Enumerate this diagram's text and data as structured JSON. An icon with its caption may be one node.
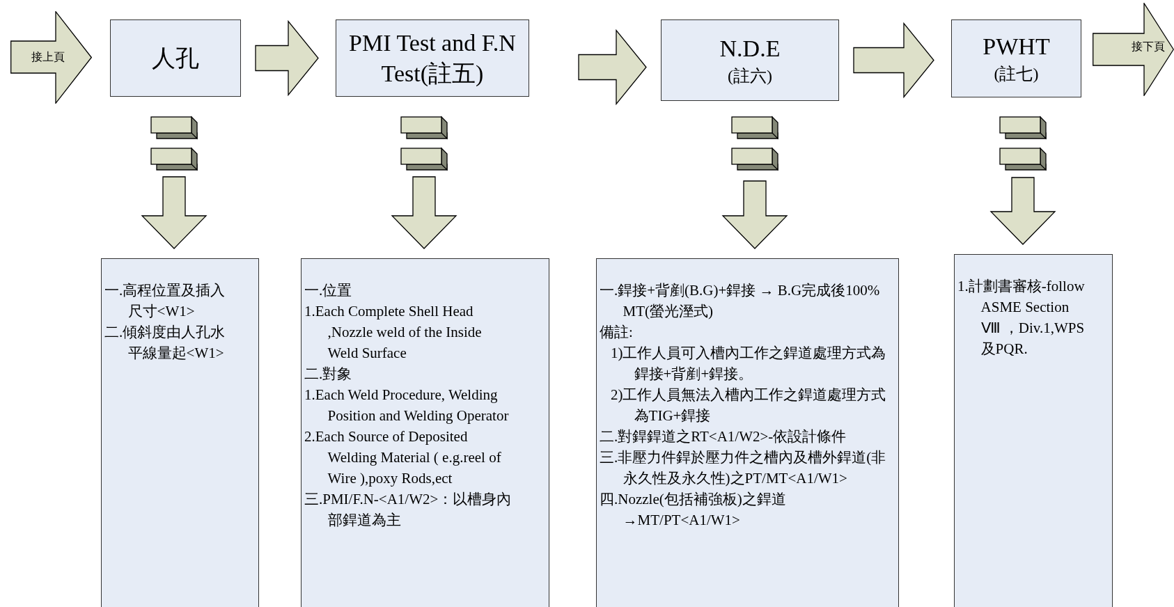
{
  "diagram": {
    "nodes": [
      {
        "text": [
          "接上頁"
        ]
      },
      {
        "text": [
          "人孔"
        ]
      },
      {
        "text": [
          "PMI Test and F.N Test(註五)"
        ]
      },
      {
        "text": [
          "N.D.E",
          "(註六)"
        ]
      },
      {
        "text": [
          "PWHT",
          "(註七)"
        ]
      },
      {
        "text": [
          "接下頁"
        ]
      },
      {
        "text": [
          "一.高程位置及插入尺寸<W1>",
          "二.傾斜度由人孔水平線量起<W1>"
        ]
      },
      {
        "text": [
          "一.位置",
          "1.Each Complete Shell Head ,Nozzle weld of the Inside Weld Surface",
          "二.對象",
          "1.Each Weld Procedure, Welding Position and Welding Operator",
          "2.Each Source of Deposited Welding Material ( e.g.reel of Wire ),poxy  Rods,ect",
          "三.PMI/F.N-<A1/W2>：以槽身內部銲道為主"
        ]
      },
      {
        "text": [
          "一.銲接+背剷(B.G)+銲接 → B.G完成後100% MT(螢光溼式)",
          "備註:",
          "1)工作人員可入槽內工作之銲道處理方式為銲接+背剷+銲接。",
          "2)工作人員無法入槽內工作之銲道處理方式為TIG+銲接",
          "二.對銲銲道之RT<A1/W2>-依設計條件",
          "三.非壓力件銲於壓力件之槽內及槽外銲道(非永久性及永久性)之PT/MT<A1/W1>",
          "四.Nozzle(包括補強板)之銲道→MT/PT<A1/W1>"
        ]
      },
      {
        "text": [
          "1.計劃書審核-follow ASME Section Ⅷ ，Div.1,WPS及PQR."
        ]
      }
    ],
    "edges": [
      {
        "from": 1,
        "to": 2,
        "arrow": "to"
      },
      {
        "from": 2,
        "to": 3,
        "arrow": "to"
      },
      {
        "from": 3,
        "to": 4,
        "arrow": "to"
      },
      {
        "from": 1,
        "to": 6,
        "arrow": "to"
      },
      {
        "from": 2,
        "to": 7,
        "arrow": "to"
      },
      {
        "from": 3,
        "to": 8,
        "arrow": "to"
      },
      {
        "from": 4,
        "to": 9,
        "arrow": "to"
      }
    ]
  }
}
